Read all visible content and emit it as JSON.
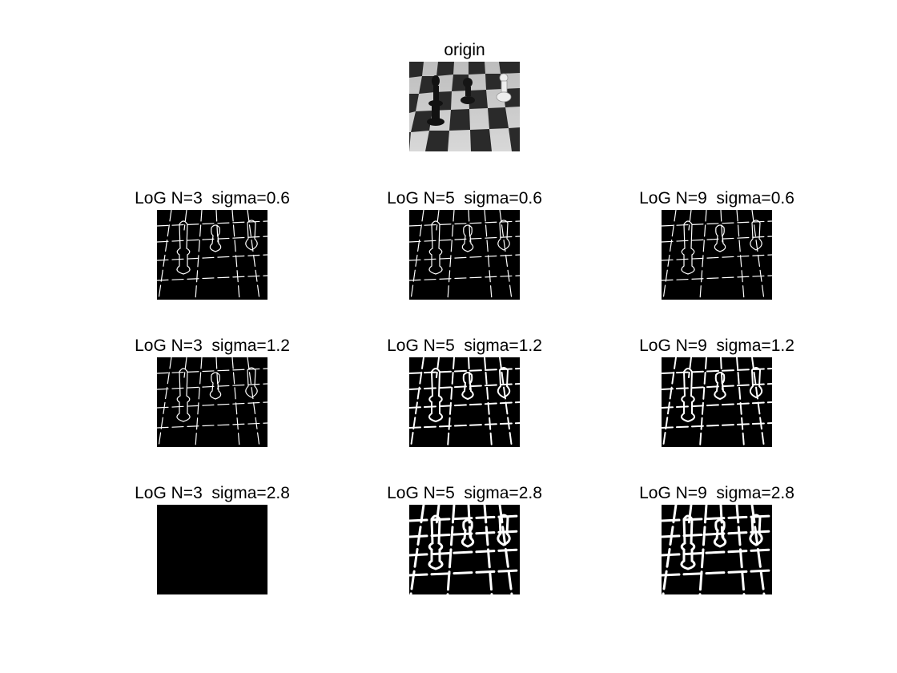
{
  "figure": {
    "origin": {
      "title": "origin",
      "image_kind": "grayscale-photo-chessboard"
    },
    "panels": [
      {
        "title": "LoG N=3  sigma=0.6",
        "image_kind": "edge-map-thin"
      },
      {
        "title": "LoG N=5  sigma=0.6",
        "image_kind": "edge-map-thin"
      },
      {
        "title": "LoG N=9  sigma=0.6",
        "image_kind": "edge-map-thin"
      },
      {
        "title": "LoG N=3  sigma=1.2",
        "image_kind": "edge-map-thin"
      },
      {
        "title": "LoG N=5  sigma=1.2",
        "image_kind": "edge-map-medium"
      },
      {
        "title": "LoG N=9  sigma=1.2",
        "image_kind": "edge-map-medium"
      },
      {
        "title": "LoG N=3  sigma=2.8",
        "image_kind": "empty-black"
      },
      {
        "title": "LoG N=5  sigma=2.8",
        "image_kind": "edge-map-thick"
      },
      {
        "title": "LoG N=9  sigma=2.8",
        "image_kind": "edge-map-thick"
      }
    ]
  }
}
